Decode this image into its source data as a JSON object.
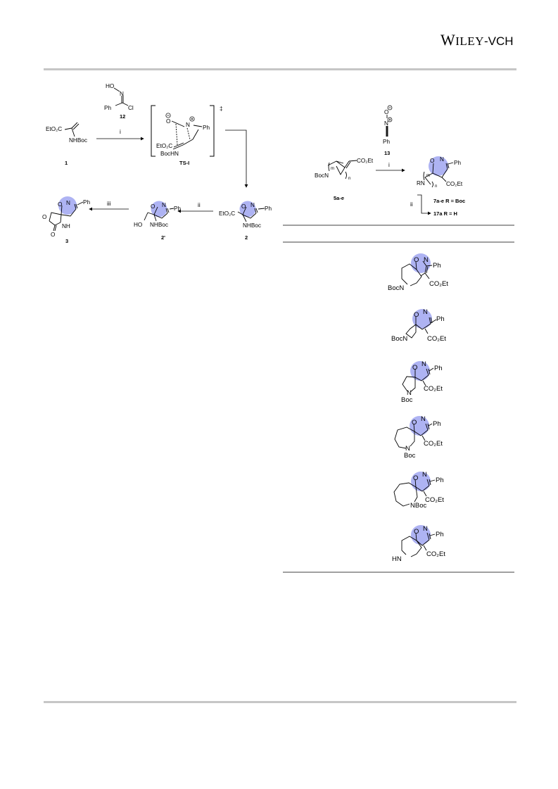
{
  "header": {
    "publisher_main": "Wiley",
    "publisher_suffix": "-VCH"
  },
  "scheme_left": {
    "reagent_12": {
      "atoms": {
        "oh": "HO",
        "n": "N",
        "ph": "Ph",
        "cl": "Cl"
      },
      "label": "12"
    },
    "compound_1": {
      "ester": "EtO₂C",
      "amine": "NHBoc",
      "label": "1"
    },
    "step_i": "i",
    "transition_state": {
      "o_minus": "O",
      "n_plus": "N",
      "ph": "Ph",
      "ester": "EtO₂C",
      "amine": "BocHN",
      "label": "TS-I",
      "ts_mark": "‡"
    },
    "compound_2": {
      "o": "O",
      "n": "N",
      "ph": "Ph",
      "ester": "EtO₂C",
      "amine": "NHBoc",
      "label": "2"
    },
    "step_ii": "ii",
    "compound_2p": {
      "o": "O",
      "n": "N",
      "ph": "Ph",
      "ho": "HO",
      "amine": "NHBoc",
      "label": "2'"
    },
    "step_iii": "iii",
    "compound_3": {
      "o": "O",
      "n": "N",
      "ph": "Ph",
      "o_ring": "O",
      "nh": "NH",
      "carbonyl_o": "O",
      "label": "3"
    }
  },
  "scheme_right": {
    "reagent_13": {
      "o": "O",
      "n": "N",
      "ph": "Ph",
      "label": "13"
    },
    "compound_5": {
      "m": "m",
      "n": "n",
      "ester": "CO₂Et",
      "amine": "BocN",
      "label": "5a-e"
    },
    "step_i": "i",
    "compound_7": {
      "o": "O",
      "n": "N",
      "ph": "Ph",
      "m": "m",
      "n_sub": "n",
      "rn": "RN",
      "ester": "CO₂Et"
    },
    "label_7": "7a-e  R = Boc",
    "step_ii": "ii",
    "label_17": "17a   R = H",
    "table_products": [
      {
        "on": "O",
        "n": "N",
        "ph": "Ph",
        "ester": "CO₂Et",
        "amine": "BocN"
      },
      {
        "on": "O",
        "n": "N",
        "ph": "Ph",
        "ester": "CO₂Et",
        "amine": "BocN"
      },
      {
        "on": "O",
        "n": "N",
        "ph": "Ph",
        "ester": "CO₂Et",
        "amine_n": "N",
        "amine_boc": "Boc"
      },
      {
        "on": "O",
        "n": "N",
        "ph": "Ph",
        "ester": "CO₂Et",
        "amine_n": "N",
        "amine_boc": "Boc"
      },
      {
        "on": "O",
        "n": "N",
        "ph": "Ph",
        "ester": "CO₂Et",
        "amine": "NBoc"
      },
      {
        "on": "O",
        "n": "N",
        "ph": "Ph",
        "ester": "CO₂Et",
        "amine": "HN"
      }
    ]
  },
  "colors": {
    "highlight": "#aeb3f3",
    "rule": "#c6c6c6"
  }
}
